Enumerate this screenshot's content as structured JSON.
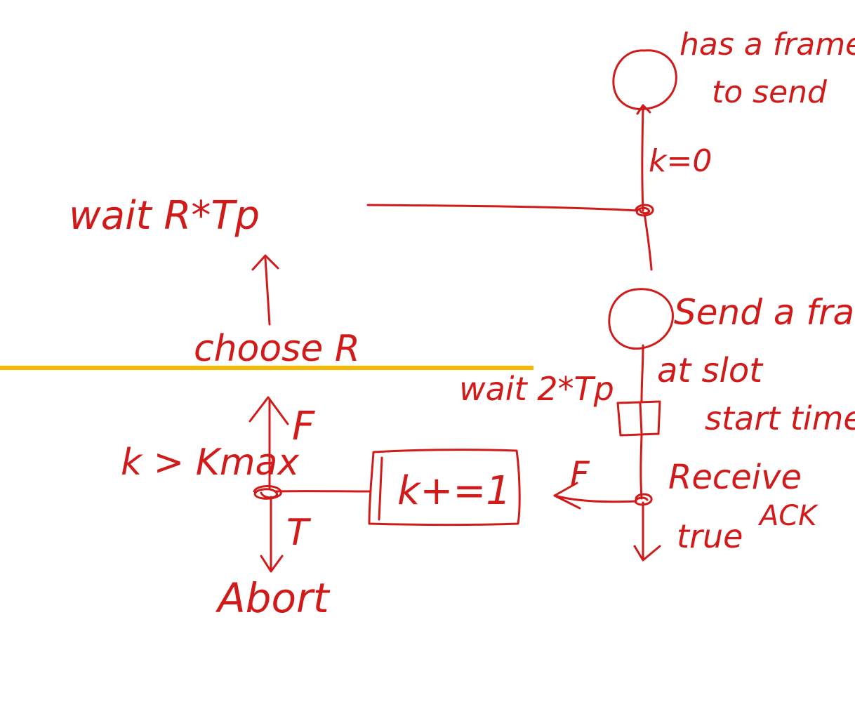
{
  "colors": {
    "ink": "#d11b1b",
    "divider": "#f5b800"
  },
  "labels": {
    "has_frame_line1": "has a frame",
    "has_frame_line2": "to send",
    "k_init": "k=0",
    "wait_tp": "wait  R*Tp",
    "choose": "choose  R",
    "send_frame": "Send a frame",
    "at_slot": "at slot",
    "start_time": "start time",
    "wait_2tp": "wait 2*Tp",
    "receive": "Receive",
    "ack": "ACK",
    "true_label": "true",
    "false_right": "F",
    "false_up": "F",
    "k_cond": "k > Kmax",
    "increment": "k+=1",
    "true_down": "T",
    "abort": "Abort"
  }
}
